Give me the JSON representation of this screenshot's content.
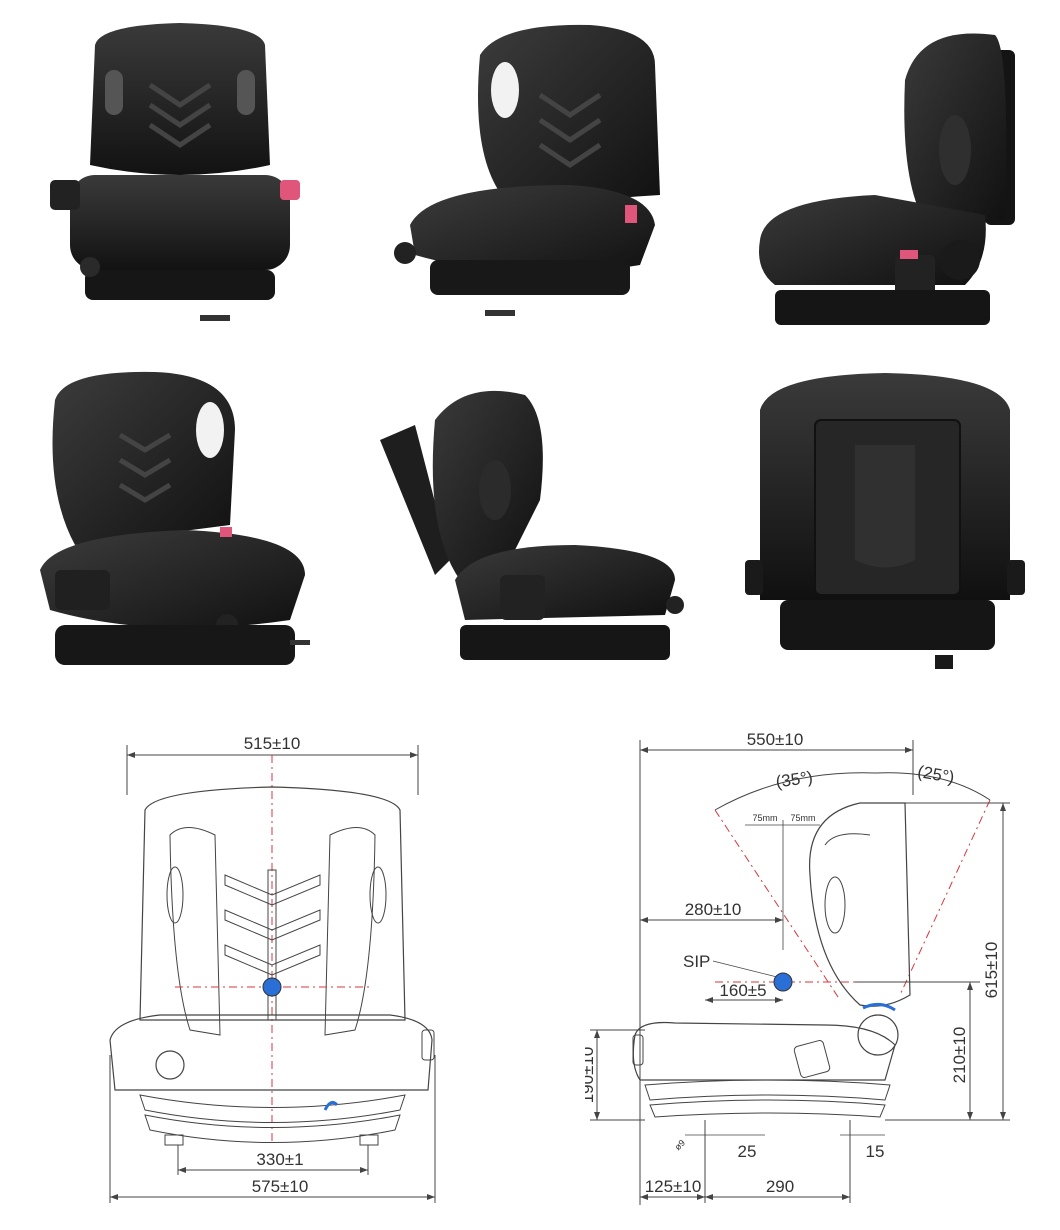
{
  "photos": [
    {
      "view": "front"
    },
    {
      "view": "front-three-quarter-right"
    },
    {
      "view": "side-right"
    },
    {
      "view": "front-three-quarter-left"
    },
    {
      "view": "side-left-backrest-folded"
    },
    {
      "view": "rear"
    }
  ],
  "front_drawing": {
    "overall_width": "515±10",
    "mount_spacing": "330±1",
    "base_width": "575±10"
  },
  "side_drawing": {
    "overall_depth": "550±10",
    "recline_back": "(35°)",
    "recline_forward": "(25°)",
    "headrest_adjust_left": "75mm",
    "headrest_adjust_right": "75mm",
    "sip_to_back": "280±10",
    "sip_label": "SIP",
    "sip_offset": "160±5",
    "overall_height": "615±10",
    "seat_height": "210±10",
    "suspension_height": "190±10",
    "hole_dia": "ø9",
    "front_mount": "25",
    "rear_mount": "15",
    "front_overhang": "125±10",
    "mount_depth": "290"
  },
  "colors": {
    "seat_body": "#1c1c1c",
    "seat_highlight": "#3a3a3a",
    "latch_pink": "#e0557a",
    "sip_blue": "#2a6fd6",
    "centerline_red": "#d9363e",
    "line": "#444444"
  }
}
